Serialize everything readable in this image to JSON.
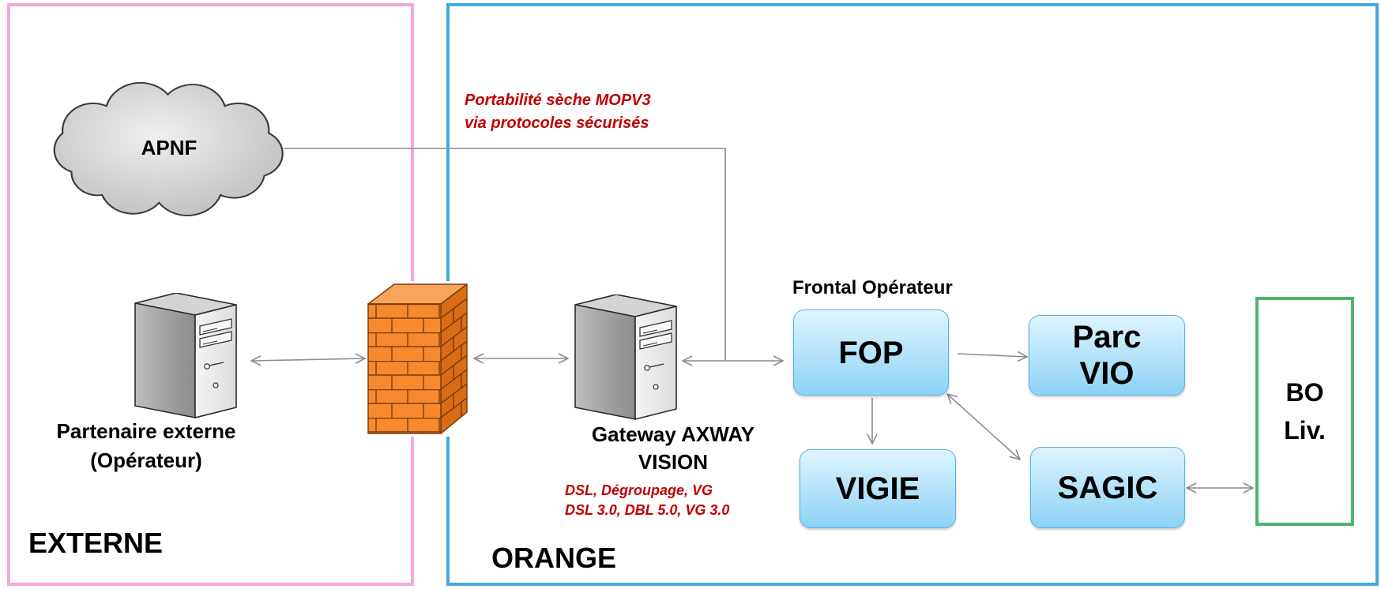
{
  "zones": {
    "externe": {
      "label": "EXTERNE",
      "border_color": "#f6a8dc"
    },
    "orange": {
      "label": "ORANGE",
      "border_color": "#46a8dc"
    },
    "bo_liv": {
      "line1": "BO",
      "line2": "Liv.",
      "border_color": "#4cb46c"
    }
  },
  "apnf": {
    "label": "APNF",
    "icon": "cloud-icon"
  },
  "apnf_link_note": {
    "line1": "Portabilité sèche MOPV3",
    "line2": "via protocoles sécurisés",
    "color": "#c00000"
  },
  "partner": {
    "icon": "server-icon",
    "line1": "Partenaire externe",
    "line2": "(Opérateur)"
  },
  "firewall": {
    "icon": "firewall-icon",
    "color": "#f5892b"
  },
  "gateway": {
    "icon": "server-icon",
    "line1": "Gateway AXWAY",
    "line2": "VISION"
  },
  "gateway_flows": {
    "line1": "DSL, Dégroupage, VG",
    "line2": "DSL 3.0, DBL 5.0, VG 3.0",
    "color": "#c00000"
  },
  "frontal": {
    "caption": "Frontal Opérateur"
  },
  "components": {
    "fop": "FOP",
    "parc_vio": {
      "line1": "Parc",
      "line2": "VIO"
    },
    "vigie": "VIGIE",
    "sagic": "SAGIC"
  },
  "component_style": {
    "fill_top": "#def4fd",
    "fill_bottom": "#8dd3f6",
    "border": "#58b2e0"
  },
  "connector_color": "#8c8c8c"
}
